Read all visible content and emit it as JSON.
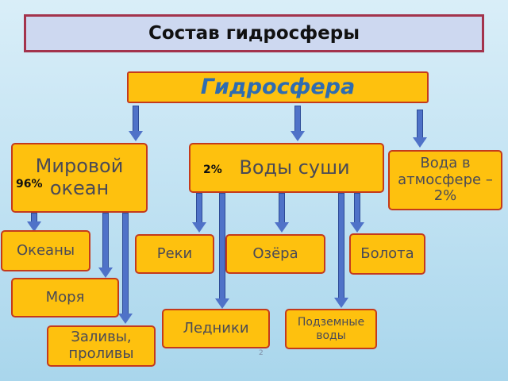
{
  "title": "Состав гидросферы",
  "root": "Гидросфера",
  "nodes": {
    "ocean": "Мировой океан",
    "ocean_pct": "96%",
    "land": "Воды суши",
    "land_pct": "2%",
    "atmosphere": "Вода в атмосфере – 2%",
    "oceans": "Океаны",
    "seas": "Моря",
    "bays": "Заливы, проливы",
    "rivers": "Реки",
    "lakes": "Озёра",
    "swamps": "Болота",
    "glaciers": "Ледники",
    "groundwater": "Подземные воды"
  },
  "page_number": "2",
  "colors": {
    "box_fill": "#fec10e",
    "box_border": "#c43a1c",
    "arrow": "#4f72c8",
    "title_border": "#a3334c",
    "title_fill": "#cdd8f0",
    "root_text": "#2e6cb1"
  }
}
